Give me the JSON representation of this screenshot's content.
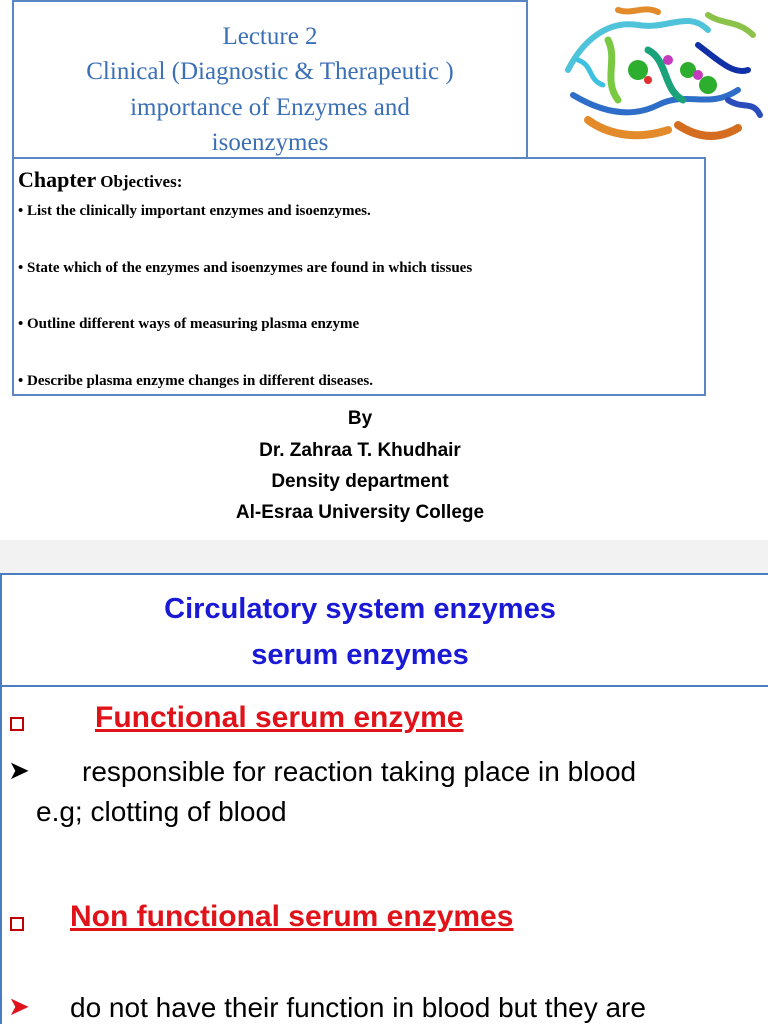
{
  "slide1": {
    "title_lines": [
      "Lecture 2",
      "Clinical (Diagnostic & Therapeutic )",
      "importance of Enzymes and",
      "isoenzymes"
    ],
    "objectives": {
      "heading_big": "Chapter",
      "heading_small": "Objectives:",
      "items": [
        "• List the clinically important  enzymes and isoenzymes.",
        "• State which of the enzymes and isoenzymes are found in  which tissues",
        "• Outline different ways of measuring plasma enzyme",
        "• Describe plasma enzyme changes in different diseases."
      ]
    },
    "author": {
      "by": "By",
      "name": "Dr. Zahraa T. Khudhair",
      "department": "Density department",
      "college": "Al-Esraa University College"
    },
    "image_icon": "protein-structure-image"
  },
  "slide2": {
    "heading_lines": [
      "Circulatory system enzymes",
      "serum enzymes"
    ],
    "functional": {
      "heading": "Functional serum enzyme",
      "line1": "responsible for reaction taking place in blood",
      "line2": "e.g; clotting of blood"
    },
    "non_functional": {
      "heading": "Non  functional serum enzymes",
      "line1": "do not have their function in blood but they are"
    },
    "colors": {
      "heading_blue": "#1a1ad6",
      "red": "#e0121a",
      "border_blue": "#4a7cc2"
    }
  }
}
